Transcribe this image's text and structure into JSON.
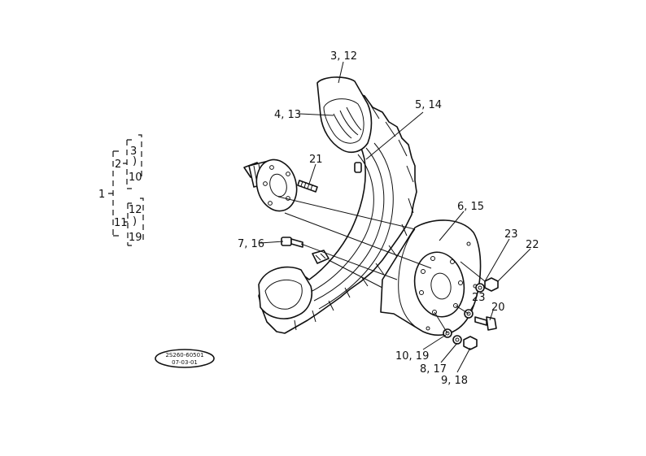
{
  "callouts": {
    "c3_12": "3, 12",
    "c4_13": "4, 13",
    "c5_14": "5, 14",
    "c21": "21",
    "c6_15": "6, 15",
    "c7_16": "7, 16",
    "c23a": "23",
    "c22": "22",
    "c23b": "23",
    "c20": "20",
    "c10_19": "10, 19",
    "c8_17": "8, 17",
    "c9_18": "9, 18"
  },
  "tree": {
    "root": "1",
    "a_parent": "2",
    "a_from": "3",
    "a_to": "10",
    "b_parent": "11",
    "b_from": "12",
    "b_to": "19"
  },
  "stamp": {
    "line1": "2S260-60501",
    "line2": "07-03-01"
  }
}
